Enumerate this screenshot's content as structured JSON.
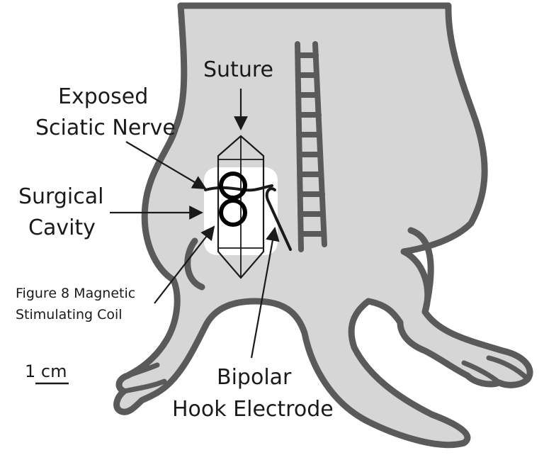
{
  "labels": {
    "suture": "Suture",
    "exposed_nerve_line1": "Exposed",
    "exposed_nerve_line2": "Sciatic Nerve",
    "surgical_cavity_line1": "Surgical",
    "surgical_cavity_line2": "Cavity",
    "coil_line1": "Figure 8 Magnetic",
    "coil_line2": "Stimulating Coil",
    "electrode_line1": "Bipolar",
    "electrode_line2": "Hook Electrode",
    "scale_bar": "1 cm"
  },
  "colors": {
    "body_fill": "#d6d6d6",
    "outline": "#5a5a5a",
    "ink": "#1a1a1a",
    "cavity": "#ffffff"
  }
}
